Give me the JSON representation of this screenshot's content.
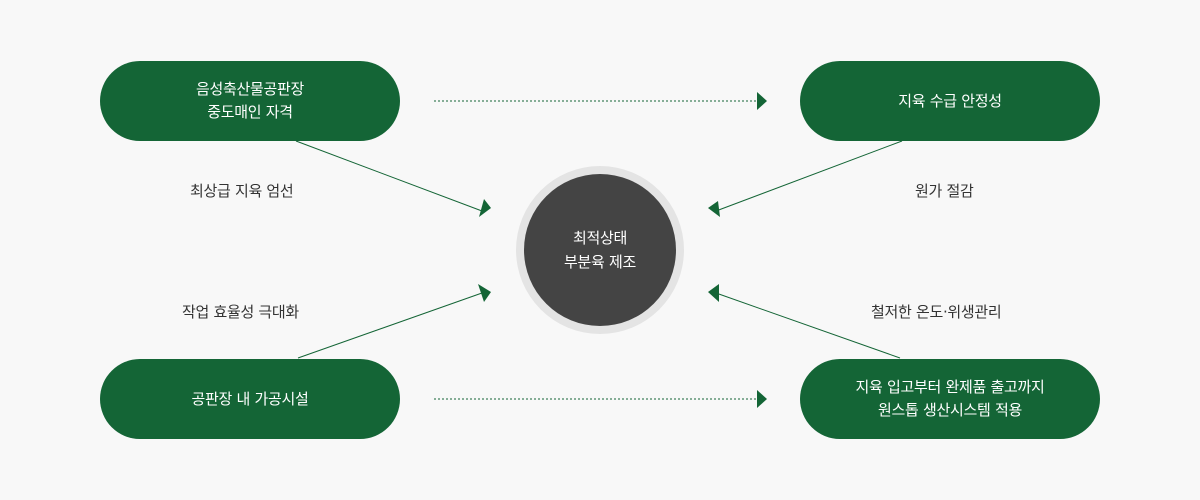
{
  "nodes": {
    "top_left": {
      "line1": "음성축산물공판장",
      "line2": "중도매인 자격"
    },
    "top_right": {
      "line1": "지육 수급 안정성"
    },
    "bottom_left": {
      "line1": "공판장 내 가공시설"
    },
    "bottom_right": {
      "line1": "지육 입고부터 완제품 출고까지",
      "line2": "원스톱 생산시스템 적용"
    },
    "center": {
      "line1": "최적상태",
      "line2": "부분육 제조"
    }
  },
  "labels": {
    "top_left": "최상급 지육 엄선",
    "top_right": "원가 절감",
    "bottom_left": "작업 효율성 극대화",
    "bottom_right": "철저한 온도·위생관리"
  },
  "colors": {
    "node_green": "#146536",
    "center_dark": "#444444",
    "center_ring": "#e4e4e4",
    "background": "#f8f8f8"
  }
}
